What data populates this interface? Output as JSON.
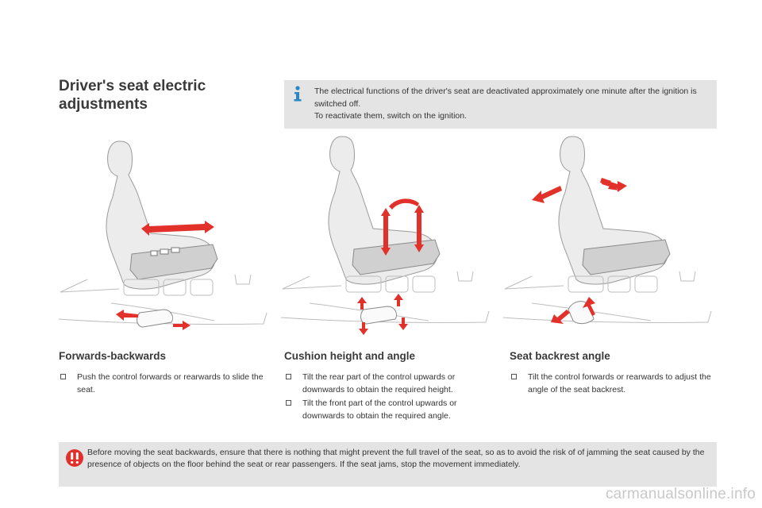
{
  "page": {
    "title": "Driver's seat electric adjustments"
  },
  "info": {
    "icon": "info-icon",
    "line1": "The electrical functions of the driver's seat are deactivated approximately one minute after the ignition is switched off.",
    "line2": "To reactivate them, switch on the ignition."
  },
  "sections": [
    {
      "heading": "Forwards-backwards",
      "items": [
        "Push the control forwards or rearwards to slide the seat."
      ]
    },
    {
      "heading": "Cushion height and angle",
      "items": [
        "Tilt the rear part of the control upwards or downwards to obtain the required height.",
        "Tilt the front part of the control upwards or downwards to obtain the required angle."
      ]
    },
    {
      "heading": "Seat backrest angle",
      "items": [
        "Tilt the control forwards or rearwards to adjust the angle of the seat backrest."
      ]
    }
  ],
  "warning": {
    "icon": "warning-icon",
    "text": "Before moving the seat backwards, ensure that there is nothing that might prevent the full travel of the seat, so as to avoid the risk of of jamming the seat caused by the presence of objects on the floor behind the seat or rear passengers. If the seat jams, stop the movement immediately."
  },
  "watermark": "carmanualsonline.info",
  "colors": {
    "accent_red": "#e2312b",
    "info_blue": "#2a88c8",
    "panel_gray": "#e4e4e4"
  }
}
